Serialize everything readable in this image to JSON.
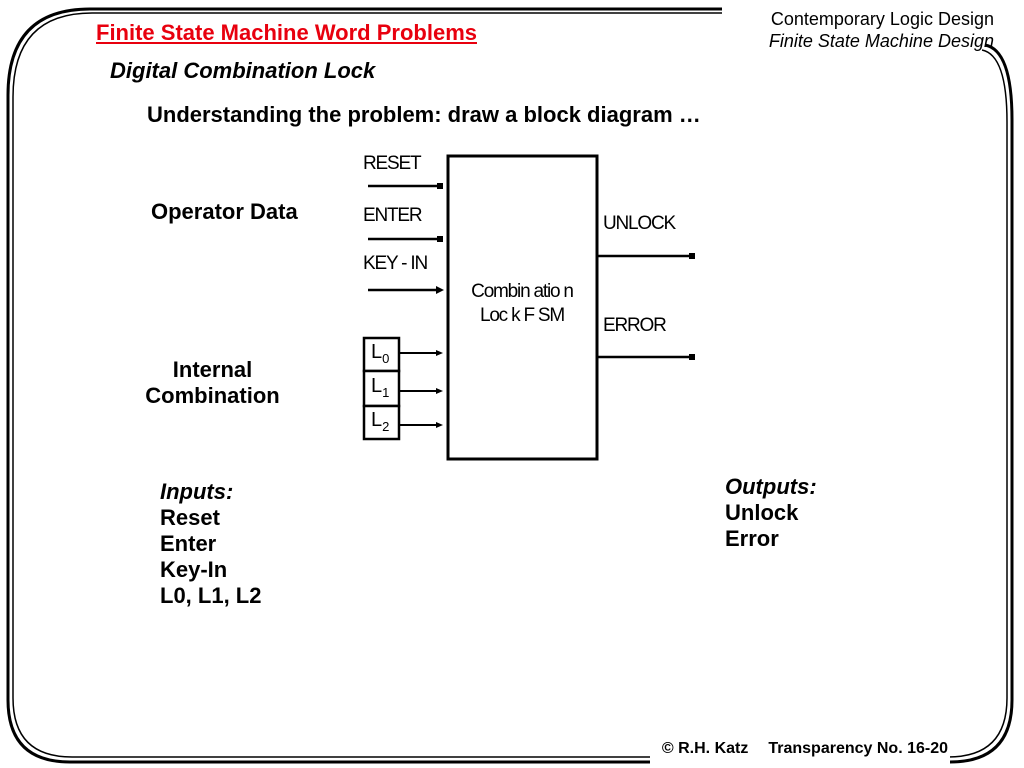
{
  "header": {
    "title": "Finite State Machine Word Problems",
    "subtitle": "Digital Combination Lock",
    "book": "Contemporary Logic Design",
    "chapter": "Finite State Machine Design"
  },
  "main": {
    "heading": "Understanding the problem: draw a block diagram …",
    "operator_label": "Operator Data",
    "internal_label_line1": "Internal",
    "internal_label_line2": "Combination"
  },
  "diagram": {
    "block_line1": "Combin atio n",
    "block_line2": "Loc k F SM",
    "input_signals": [
      "RESET",
      "ENTER",
      "KEY - IN"
    ],
    "registers": [
      {
        "letter": "L",
        "sub": "0"
      },
      {
        "letter": "L",
        "sub": "1"
      },
      {
        "letter": "L",
        "sub": "2"
      }
    ],
    "output_signals": [
      "UNLOCK",
      "ERROR"
    ]
  },
  "inputs_list": {
    "title": "Inputs:",
    "items": [
      "Reset",
      "Enter",
      "Key-In",
      "L0, L1, L2"
    ]
  },
  "outputs_list": {
    "title": "Outputs:",
    "items": [
      "Unlock",
      "Error"
    ]
  },
  "footer": {
    "copyright": "© R.H. Katz",
    "page": "Transparency No. 16-20"
  },
  "colors": {
    "title": "#e8000e",
    "ink": "#000000"
  }
}
